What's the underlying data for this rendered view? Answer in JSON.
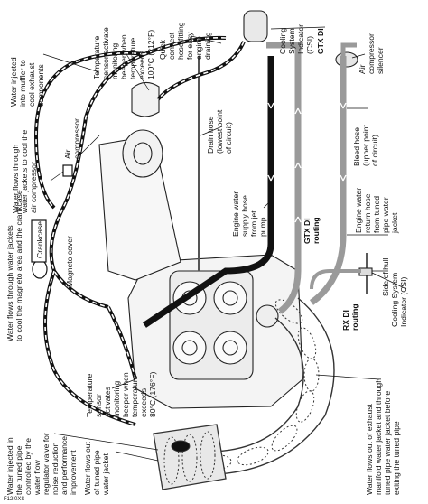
{
  "figure_code": "F12I0XS",
  "labels": {
    "muffler_injection": [
      "Water injected",
      "into muffler to",
      "cool exhaust",
      "components"
    ],
    "temp_sensor_100": [
      "Temperature",
      "sensor activate",
      "monitoring",
      "beeper when",
      "temperature",
      "exceeds",
      "100°C (212°F)"
    ],
    "quick_connect": [
      "Quick",
      "connect",
      "hose fitting",
      "for easy",
      "engine",
      "draining"
    ],
    "csi_gtx": [
      "Cooling",
      "System",
      "Indicator",
      "(CSI)"
    ],
    "gtx_di_top": "GTX DI",
    "air_compressor_silencer": [
      "Air",
      "compressor",
      "silencer"
    ],
    "water_jackets_compressor": [
      "Water flows through",
      "water jackets to cool the",
      "air compressor"
    ],
    "air_compressor": [
      "Air",
      "compressor"
    ],
    "drain_hose": [
      "Drain hose",
      "(lowest point",
      "of circuit)"
    ],
    "bleed_hose": [
      "Bleed hose",
      "(upper point",
      "of circuit)"
    ],
    "supply_hose": [
      "Engine water",
      "supply hose",
      "from jet",
      "pump"
    ],
    "return_hose": [
      "Engine water",
      "return hose",
      "from tuned",
      "pipe water",
      "jacket"
    ],
    "gtx_di_routing": [
      "GTX DI",
      "routing"
    ],
    "water_jackets_magneto": [
      "Water flows through water jackets",
      "to cool the magneto area and the crankcase"
    ],
    "crankcase": "Crankcase",
    "magneto_cover": "Magneto cover",
    "side_of_hull": [
      "Side of hull"
    ],
    "csi_rx": [
      "Cooling System",
      "Indicator (CSI)"
    ],
    "rx_di_routing": [
      "RX DI",
      "routing"
    ],
    "tuned_pipe_injection": [
      "Water injected in",
      "the tuned pipe",
      "controlled by the",
      "water flow",
      "regulator valve for",
      "noise reduction",
      "and performance",
      "improvement"
    ],
    "temp_sensor_80": [
      "Temperature",
      "sensor",
      "activates",
      "monitoring",
      "beeper when",
      "temperature",
      "exceeds",
      "80°C (176°F)"
    ],
    "tuned_pipe_out": [
      "Water flows out",
      "of tuned pipe",
      "water jacket"
    ],
    "exhaust_manifold_out": [
      "Water flows out of exhaust",
      "manifold water jacket and through",
      "tuned pipe water jacket before",
      "exiting the tuned pipe"
    ]
  }
}
